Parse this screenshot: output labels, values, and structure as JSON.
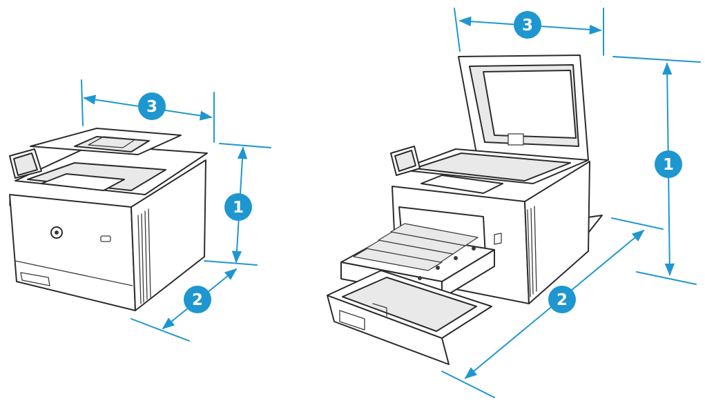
{
  "colors": {
    "dimension": "#1e96d0",
    "line_art": "#2b2b2b",
    "background": "#ffffff"
  },
  "dimensions": {
    "height_label": "1",
    "depth_label": "2",
    "width_label": "3"
  },
  "figures": [
    {
      "state": "closed"
    },
    {
      "state": "open"
    }
  ]
}
